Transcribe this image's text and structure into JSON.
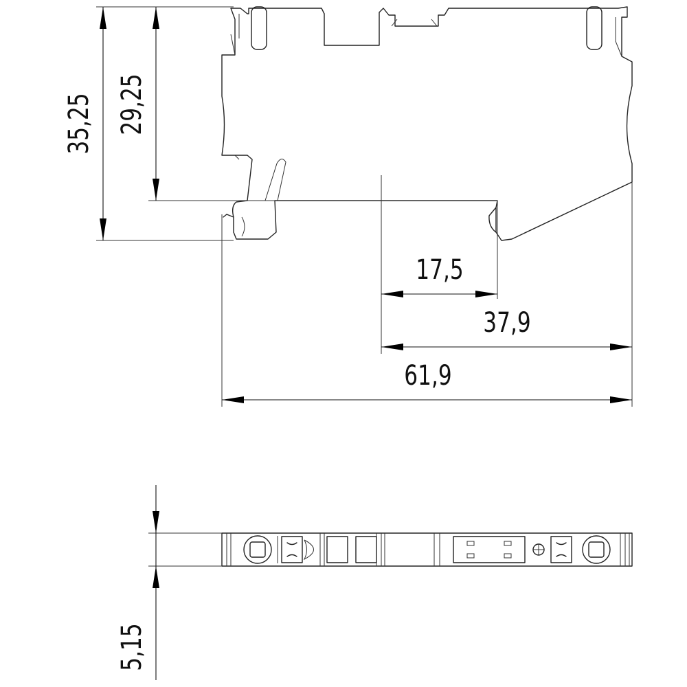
{
  "dimensions": {
    "height_overall": "35,25",
    "height_to_rail": "29,25",
    "width_17_5": "17,5",
    "width_37_9": "37,9",
    "width_overall": "61,9",
    "thickness": "5,15"
  }
}
